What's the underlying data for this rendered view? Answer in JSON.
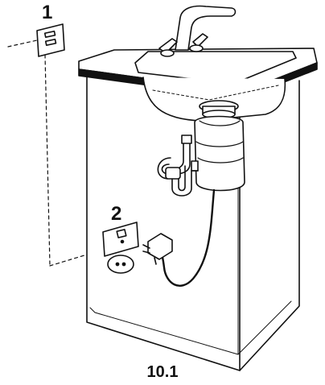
{
  "diagram": {
    "callout_1": "1",
    "callout_2": "2",
    "figure_number": "10.1"
  },
  "colors": {
    "line": "#111111",
    "shade": "#d8d8d8",
    "background": "#ffffff"
  }
}
